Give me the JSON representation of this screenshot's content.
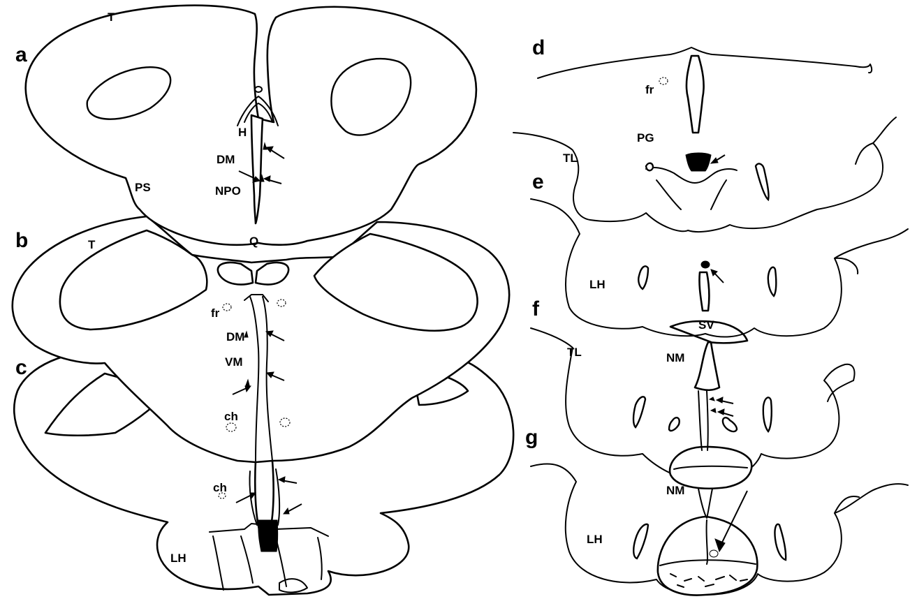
{
  "panels": {
    "a": "a",
    "b": "b",
    "c": "c",
    "d": "d",
    "e": "e",
    "f": "f",
    "g": "g"
  },
  "labels": {
    "a_T": "T",
    "a_H": "H",
    "a_DM": "DM",
    "a_PS": "PS",
    "a_NPO": "NPO",
    "a_Q": "Q",
    "b_T": "T",
    "b_fr": "fr",
    "b_DM": "DM",
    "b_VM": "VM",
    "b_ch": "ch",
    "c_ch": "ch",
    "c_LH": "LH",
    "d_fr": "fr",
    "d_PG": "PG",
    "d_TL": "TL",
    "e_LH": "LH",
    "f_SV": "SV",
    "f_TL": "TL",
    "f_NM": "NM",
    "g_NM": "NM",
    "g_LH": "LH"
  },
  "colors": {
    "ink": "#000000",
    "paper": "#ffffff"
  }
}
